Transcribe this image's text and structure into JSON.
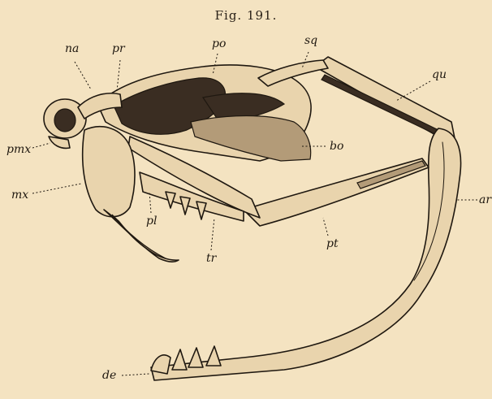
{
  "caption": "Fig. 191.",
  "labels": {
    "na": "na",
    "pr": "pr",
    "po": "po",
    "sq": "sq",
    "qu": "qu",
    "pmx": "pmx",
    "mx": "mx",
    "pl": "pl",
    "bo": "bo",
    "ar": "ar",
    "tr": "tr",
    "pt": "pt",
    "de": "de"
  }
}
